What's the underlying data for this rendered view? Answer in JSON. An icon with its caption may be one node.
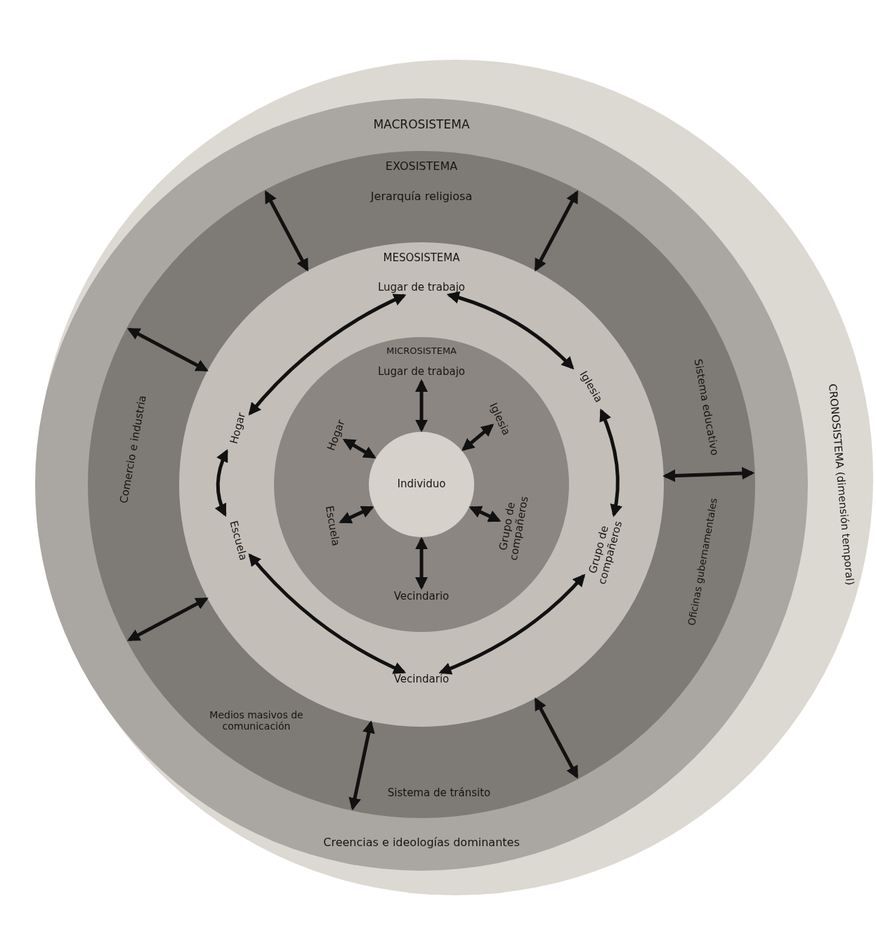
{
  "diagram": {
    "nodes": [
      {
        "text": [
          "CRONOSISTEMA (dimensión temporal)"
        ]
      },
      {
        "text": [
          "MACROSISTEMA",
          "Creencias e ideologías dominantes"
        ],
        "in": 0
      },
      {
        "text": [
          "EXOSISTEMA"
        ],
        "in": 1
      },
      {
        "text": [
          "Jerarquía religiosa"
        ],
        "in": 2
      },
      {
        "text": [
          "Sistema educativo"
        ],
        "in": 2
      },
      {
        "text": [
          "Oficinas gubernamentales"
        ],
        "in": 2
      },
      {
        "text": [
          "Sistema de tránsito"
        ],
        "in": 2
      },
      {
        "text": [
          "Medios masivos de comunicación"
        ],
        "in": 2
      },
      {
        "text": [
          "Comercio e industria"
        ],
        "in": 2
      },
      {
        "text": [
          "MESOSISTEMA"
        ],
        "in": 2
      },
      {
        "text": [
          "Lugar de trabajo"
        ],
        "in": 9
      },
      {
        "text": [
          "Iglesia"
        ],
        "in": 9
      },
      {
        "text": [
          "Grupo de compañeros"
        ],
        "in": 9
      },
      {
        "text": [
          "Vecindario"
        ],
        "in": 9
      },
      {
        "text": [
          "Escuela"
        ],
        "in": 9
      },
      {
        "text": [
          "Hogar"
        ],
        "in": 9
      },
      {
        "text": [
          "MICROSISTEMA"
        ],
        "in": 9
      },
      {
        "text": [
          "Lugar de trabajo"
        ],
        "in": 16
      },
      {
        "text": [
          "Iglesia"
        ],
        "in": 16
      },
      {
        "text": [
          "Grupo de compañeros"
        ],
        "in": 16
      },
      {
        "text": [
          "Vecindario"
        ],
        "in": 16
      },
      {
        "text": [
          "Escuela"
        ],
        "in": 16
      },
      {
        "text": [
          "Hogar"
        ],
        "in": 16
      },
      {
        "text": [
          "Individuo"
        ],
        "in": 16
      }
    ],
    "edges": [
      {
        "from": 23,
        "to": 17,
        "arrow": "both"
      },
      {
        "from": 23,
        "to": 18,
        "arrow": "both"
      },
      {
        "from": 23,
        "to": 19,
        "arrow": "both"
      },
      {
        "from": 23,
        "to": 20,
        "arrow": "both"
      },
      {
        "from": 23,
        "to": 21,
        "arrow": "both"
      },
      {
        "from": 23,
        "to": 22,
        "arrow": "both"
      },
      {
        "from": 10,
        "to": 11,
        "arrow": "both"
      },
      {
        "from": 11,
        "to": 12,
        "arrow": "both"
      },
      {
        "from": 12,
        "to": 13,
        "arrow": "both"
      },
      {
        "from": 13,
        "to": 14,
        "arrow": "both"
      },
      {
        "from": 14,
        "to": 15,
        "arrow": "both"
      },
      {
        "from": 15,
        "to": 10,
        "arrow": "both"
      },
      {
        "from": 9,
        "to": 2,
        "arrow": "both"
      },
      {
        "from": 9,
        "to": 2,
        "arrow": "both"
      },
      {
        "from": 9,
        "to": 2,
        "arrow": "both"
      },
      {
        "from": 9,
        "to": 2,
        "arrow": "both"
      },
      {
        "from": 9,
        "to": 2,
        "arrow": "both"
      },
      {
        "from": 9,
        "to": 2,
        "arrow": "both"
      },
      {
        "from": 9,
        "to": 2,
        "arrow": "both"
      }
    ]
  }
}
